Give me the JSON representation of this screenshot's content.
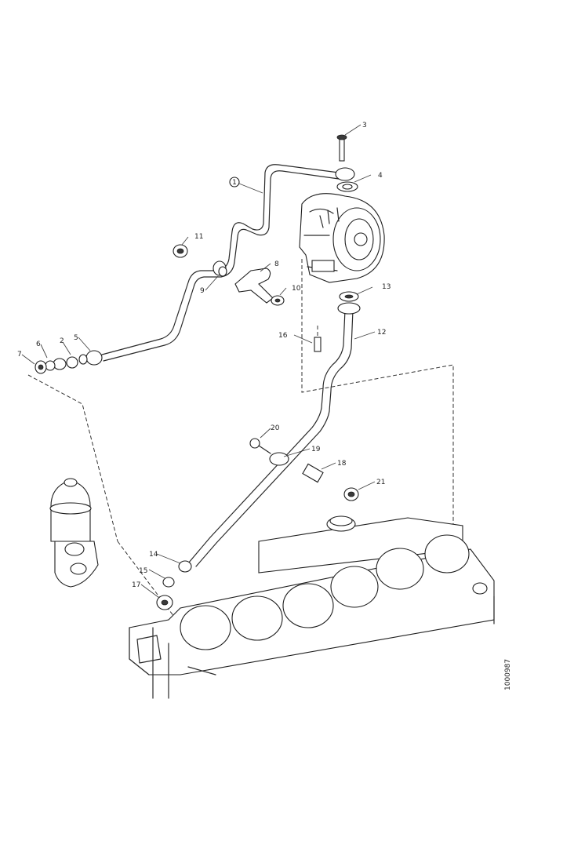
{
  "diagram": {
    "callouts": [
      {
        "id": "c1",
        "text": "1"
      },
      {
        "id": "c2",
        "text": "2"
      },
      {
        "id": "c3",
        "text": "3"
      },
      {
        "id": "c4",
        "text": "4"
      },
      {
        "id": "c5",
        "text": "5"
      },
      {
        "id": "c6",
        "text": "6"
      },
      {
        "id": "c7",
        "text": "7"
      },
      {
        "id": "c8",
        "text": "8"
      },
      {
        "id": "c9",
        "text": "9"
      },
      {
        "id": "c10",
        "text": "10"
      },
      {
        "id": "c11",
        "text": "11"
      },
      {
        "id": "c12",
        "text": "12"
      },
      {
        "id": "c13",
        "text": "13"
      },
      {
        "id": "c14",
        "text": "14"
      },
      {
        "id": "c15",
        "text": "15"
      },
      {
        "id": "c16",
        "text": "16"
      },
      {
        "id": "c17",
        "text": "17"
      },
      {
        "id": "c18",
        "text": "18"
      },
      {
        "id": "c19",
        "text": "19"
      },
      {
        "id": "c20",
        "text": "20"
      },
      {
        "id": "c21",
        "text": "21"
      }
    ],
    "drawing_code": "1000987"
  }
}
